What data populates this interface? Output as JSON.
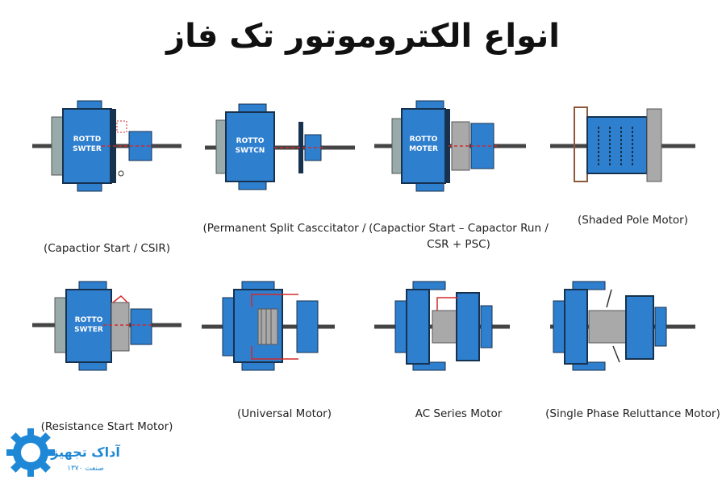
{
  "title": "انواع الکتروموتور تک فاز",
  "colors": {
    "blue": "#2f7fcf",
    "dark": "#16324f",
    "grey": "#a9a9a9",
    "red": "#d22a2a",
    "logo": "#1e88d6"
  },
  "motors": [
    {
      "key": "capacitor-start",
      "caption": "(Capactior Start / CSIR)",
      "rotor_text": [
        "ROTTD",
        "SWTER"
      ]
    },
    {
      "key": "permanent-split",
      "caption": "(Permanent Split Casccitator /",
      "rotor_text": [
        "ROTTO",
        "SWTCN"
      ]
    },
    {
      "key": "capacitor-start-run",
      "caption": "(Capactior Start – Capactor Run / CSR + PSC)",
      "rotor_text": [
        "ROTTO",
        "MOTER"
      ]
    },
    {
      "key": "shaded-pole",
      "caption": "(Shaded Pole Motor)",
      "rotor_text": []
    },
    {
      "key": "resistance-start",
      "caption": "(Resistance Start Motor)",
      "rotor_text": [
        "ROTTO",
        "SWTER"
      ]
    },
    {
      "key": "universal",
      "caption": "(Universal Motor)",
      "rotor_text": []
    },
    {
      "key": "ac-series",
      "caption": "AC Series Motor",
      "rotor_text": []
    },
    {
      "key": "reluctance",
      "caption": "(Single Phase Reluttance Motor)",
      "rotor_text": []
    }
  ],
  "logo": {
    "name": "آداک تجهیز",
    "subtitle": "صنعت ۱۳۷۰"
  }
}
